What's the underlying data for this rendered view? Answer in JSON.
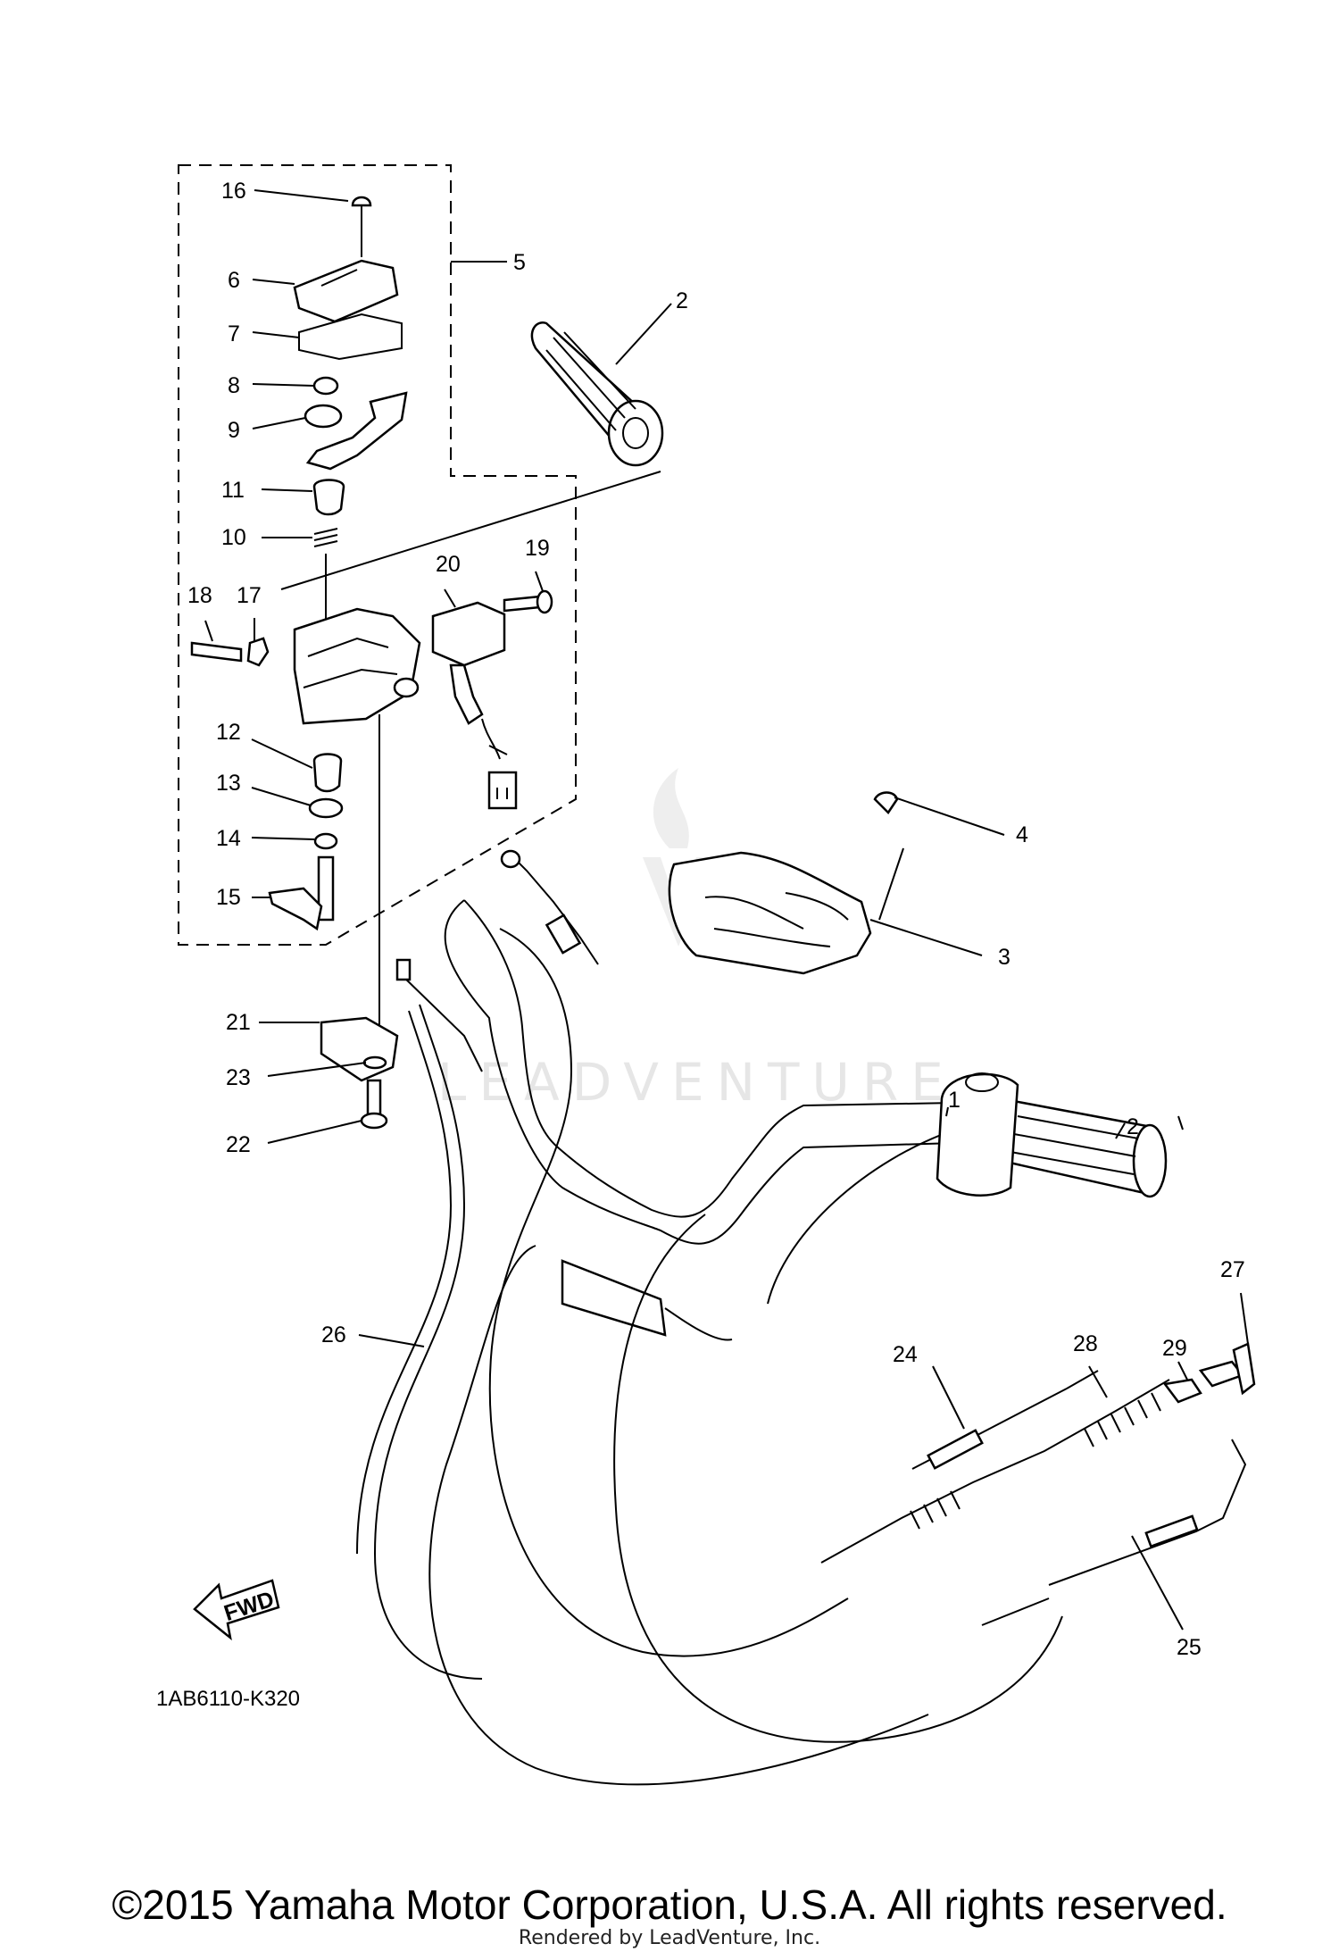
{
  "diagram": {
    "callouts": [
      {
        "id": "c16",
        "text": "16"
      },
      {
        "id": "c6",
        "text": "6"
      },
      {
        "id": "c7",
        "text": "7"
      },
      {
        "id": "c8",
        "text": "8"
      },
      {
        "id": "c9",
        "text": "9"
      },
      {
        "id": "c11",
        "text": "11"
      },
      {
        "id": "c10",
        "text": "10"
      },
      {
        "id": "c18",
        "text": "18"
      },
      {
        "id": "c17",
        "text": "17"
      },
      {
        "id": "c12",
        "text": "12"
      },
      {
        "id": "c13",
        "text": "13"
      },
      {
        "id": "c14",
        "text": "14"
      },
      {
        "id": "c15",
        "text": "15"
      },
      {
        "id": "c5",
        "text": "5"
      },
      {
        "id": "c2a",
        "text": "2"
      },
      {
        "id": "c20",
        "text": "20"
      },
      {
        "id": "c19",
        "text": "19"
      },
      {
        "id": "c4",
        "text": "4"
      },
      {
        "id": "c3",
        "text": "3"
      },
      {
        "id": "c21",
        "text": "21"
      },
      {
        "id": "c23",
        "text": "23"
      },
      {
        "id": "c22",
        "text": "22"
      },
      {
        "id": "c1",
        "text": "1"
      },
      {
        "id": "c2b",
        "text": "2"
      },
      {
        "id": "c26",
        "text": "26"
      },
      {
        "id": "c27",
        "text": "27"
      },
      {
        "id": "c29",
        "text": "29"
      },
      {
        "id": "c24",
        "text": "24"
      },
      {
        "id": "c28",
        "text": "28"
      },
      {
        "id": "c25",
        "text": "25"
      }
    ],
    "fwd_label": "FWD",
    "diagram_code": "1AB6110-K320",
    "watermark": "LEADVENTURE"
  },
  "footer": {
    "copyright": "©2015 Yamaha Motor Corporation, U.S.A. All rights reserved.",
    "rendered_by": "Rendered by LeadVenture, Inc."
  }
}
